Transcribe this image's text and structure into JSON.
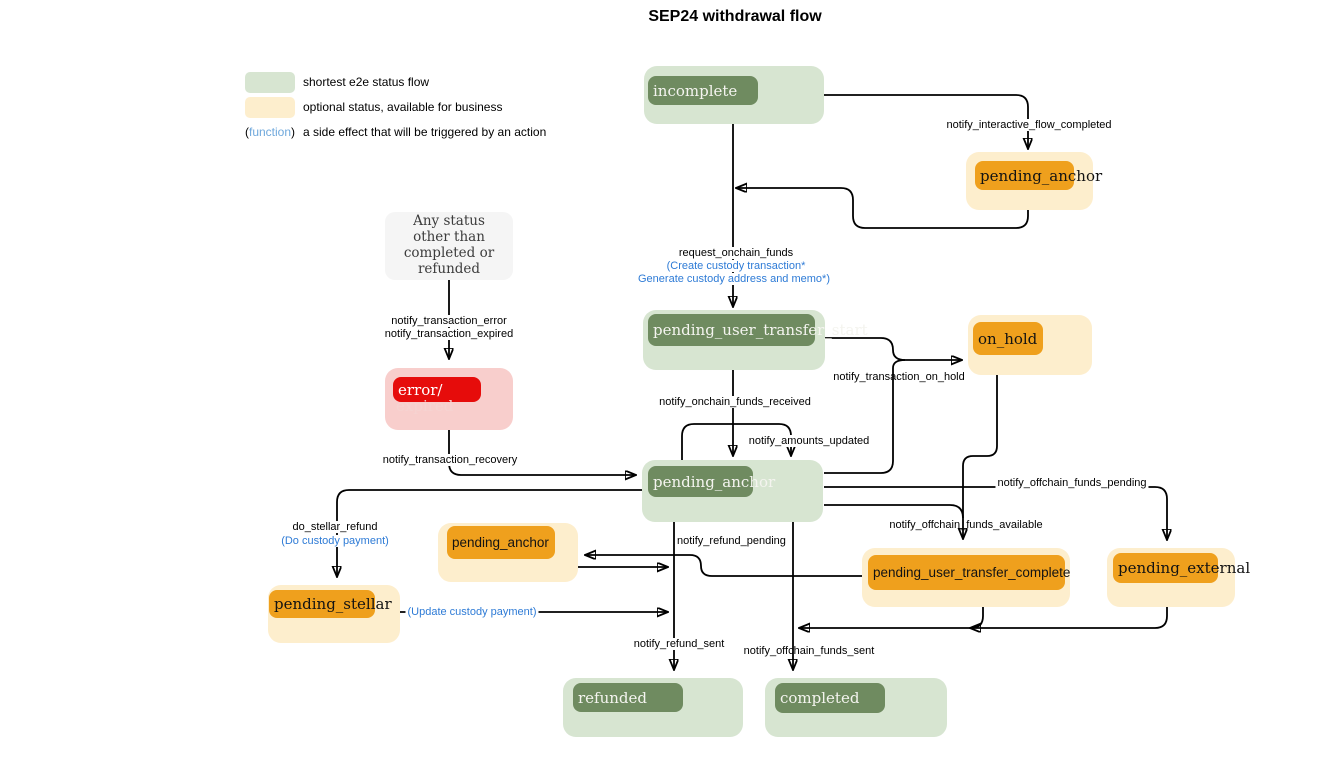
{
  "title": "SEP24 withdrawal flow",
  "legend": {
    "green_label": "shortest e2e status flow",
    "yellow_label": "optional status, available for business",
    "fn_open": "(",
    "fn_word": "function",
    "fn_close": ")",
    "fn_desc": "a side effect that will be triggered by an action"
  },
  "note": {
    "text": "Any status other than completed or refunded"
  },
  "nodes": {
    "incomplete": "incomplete",
    "pending_anchor_top": "pending_anchor",
    "pending_user_transfer_start": "pending_user_transfer_start",
    "on_hold": "on_hold",
    "pending_anchor_main": "pending_anchor",
    "error_line1": "error/",
    "error_line2": "expired",
    "pending_anchor_refund": "pending_anchor",
    "pending_stellar": "pending_stellar",
    "pending_user_transfer_complete": "pending_user_transfer_complete",
    "pending_external": "pending_external",
    "refunded": "refunded",
    "completed": "completed"
  },
  "edge_labels": {
    "notify_interactive_flow_completed": "notify_interactive_flow_completed",
    "request_onchain_funds": "request_onchain_funds",
    "create_custody": "(Create custody transaction*",
    "generate_custody": "Generate custody address and memo*)",
    "notify_transaction_error": "notify_transaction_error",
    "notify_transaction_expired": "notify_transaction_expired",
    "notify_transaction_recovery": "notify_transaction_recovery",
    "notify_onchain_funds_received": "notify_onchain_funds_received",
    "notify_amounts_updated": "notify_amounts_updated",
    "notify_transaction_on_hold": "notify_transaction_on_hold",
    "notify_offchain_funds_pending": "notify_offchain_funds_pending",
    "notify_offchain_funds_available": "notify_offchain_funds_available",
    "notify_refund_pending": "notify_refund_pending",
    "do_stellar_refund": "do_stellar_refund",
    "do_custody_payment": "(Do custody payment)",
    "update_custody_payment": "(Update custody payment)",
    "notify_refund_sent": "notify_refund_sent",
    "notify_offchain_funds_sent": "notify_offchain_funds_sent"
  },
  "colors": {
    "green_light": "#d7e5d1",
    "green_dark": "#6f8b60",
    "yellow_light": "#fdeecd",
    "orange": "#efa01d",
    "pink_light": "#f8cecc",
    "red": "#e60c0b",
    "gray_light": "#f5f5f5",
    "blue_action": "#2e7bd6",
    "blue_legend": "#6fa8dc",
    "pale_text": "#f6d3d1"
  }
}
